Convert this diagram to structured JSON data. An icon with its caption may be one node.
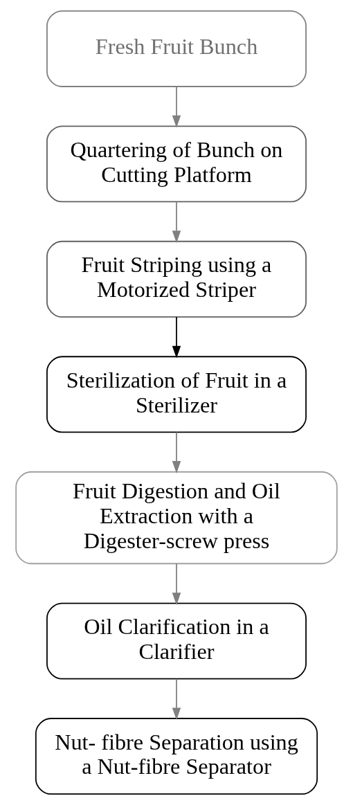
{
  "diagram": {
    "nodes": [
      {
        "text": [
          "Fresh Fruit Bunch"
        ]
      },
      {
        "text": [
          "Quartering of Bunch on Cutting Platform"
        ]
      },
      {
        "text": [
          "Fruit Striping using a Motorized Striper"
        ]
      },
      {
        "text": [
          "Sterilization of Fruit in a Sterilizer"
        ]
      },
      {
        "text": [
          "Fruit Digestion and Oil Extraction with a Digester-screw press"
        ]
      },
      {
        "text": [
          "Oil Clarification in a Clarifier"
        ]
      },
      {
        "text": [
          "Nut- fibre Separation using a Nut-fibre Separator"
        ]
      }
    ],
    "edges": [
      {
        "from": 0,
        "to": 1,
        "arrow": "to"
      },
      {
        "from": 1,
        "to": 2,
        "arrow": "to"
      },
      {
        "from": 2,
        "to": 3,
        "arrow": "to",
        "color": "#000000"
      },
      {
        "from": 3,
        "to": 4,
        "arrow": "to"
      },
      {
        "from": 4,
        "to": 5,
        "arrow": "to"
      },
      {
        "from": 5,
        "to": 6,
        "arrow": "to"
      }
    ]
  }
}
